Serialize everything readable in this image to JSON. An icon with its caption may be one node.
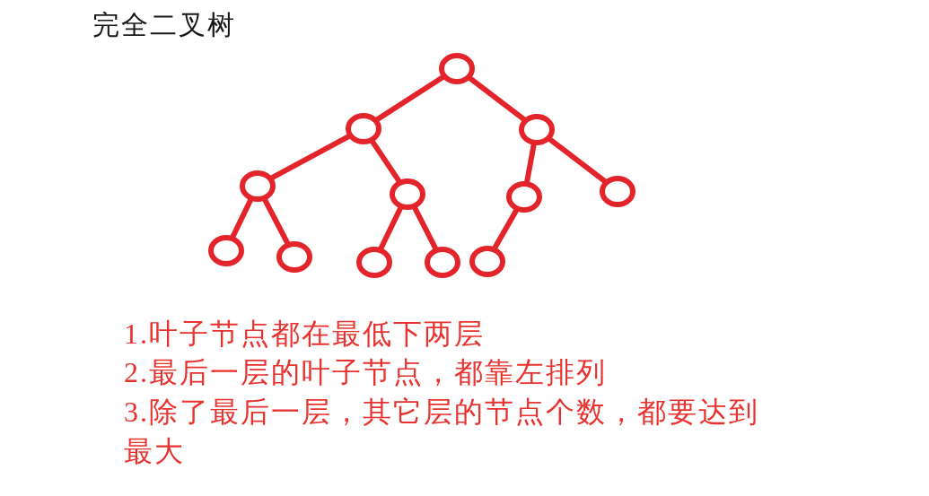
{
  "diagram": {
    "title": "完全二叉树",
    "nodes": [
      {
        "text": [],
        "shape": "circle"
      },
      {
        "text": [],
        "shape": "circle"
      },
      {
        "text": [],
        "shape": "circle"
      },
      {
        "text": [],
        "shape": "circle"
      },
      {
        "text": [],
        "shape": "circle"
      },
      {
        "text": [],
        "shape": "circle"
      },
      {
        "text": [],
        "shape": "circle"
      },
      {
        "text": [],
        "shape": "circle"
      },
      {
        "text": [],
        "shape": "circle"
      },
      {
        "text": [],
        "shape": "circle"
      },
      {
        "text": [],
        "shape": "circle"
      },
      {
        "text": [],
        "shape": "circle"
      }
    ],
    "edges": [
      {
        "from": 0,
        "to": 1,
        "arrow": "none"
      },
      {
        "from": 0,
        "to": 2,
        "arrow": "none"
      },
      {
        "from": 1,
        "to": 3,
        "arrow": "none"
      },
      {
        "from": 1,
        "to": 4,
        "arrow": "none"
      },
      {
        "from": 2,
        "to": 5,
        "arrow": "none"
      },
      {
        "from": 2,
        "to": 6,
        "arrow": "none"
      },
      {
        "from": 3,
        "to": 7,
        "arrow": "none"
      },
      {
        "from": 3,
        "to": 8,
        "arrow": "none"
      },
      {
        "from": 4,
        "to": 9,
        "arrow": "none"
      },
      {
        "from": 4,
        "to": 10,
        "arrow": "none"
      },
      {
        "from": 5,
        "to": 11,
        "arrow": "none"
      }
    ],
    "labels": [
      "1.叶子节点都在最低下两层",
      "2.最后一层的叶子节点，都靠左排列",
      "3.除了最后一层，其它层的节点个数，都要达到最大"
    ]
  }
}
